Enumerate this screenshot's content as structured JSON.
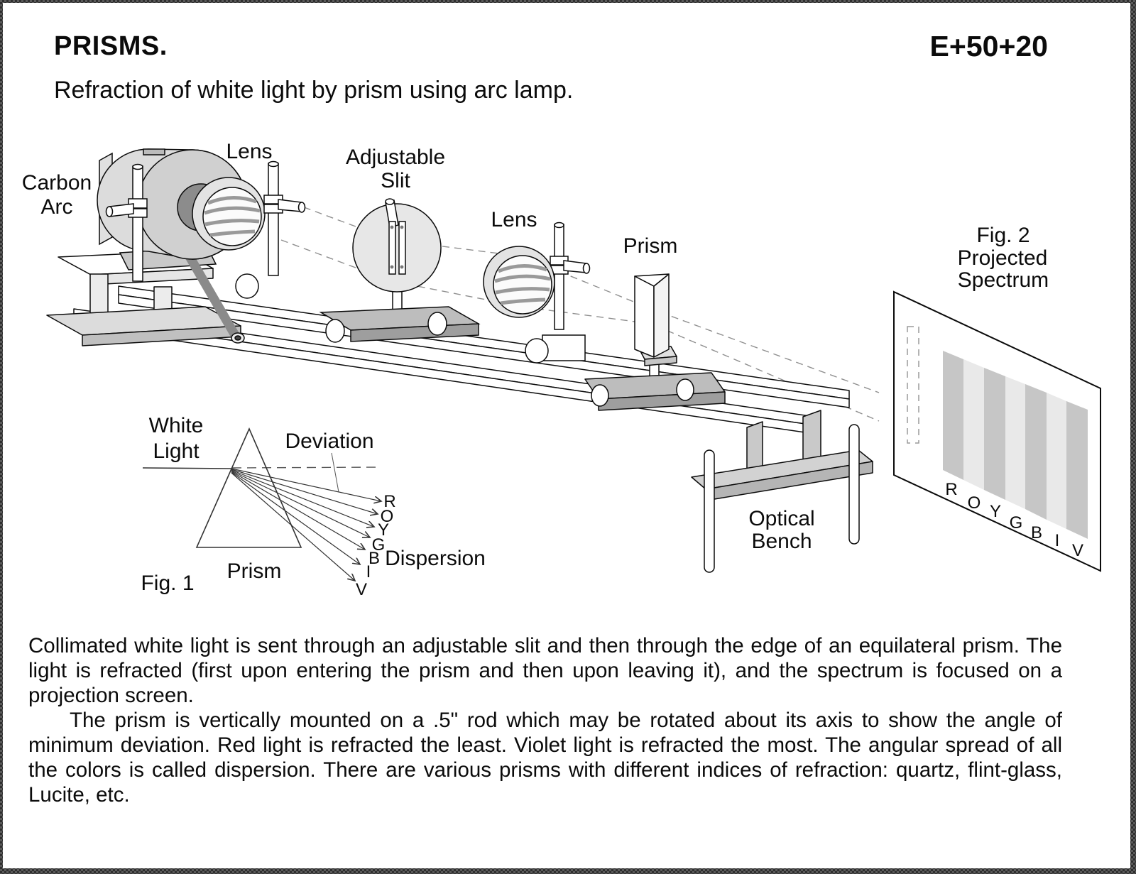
{
  "header": {
    "title": "PRISMS.",
    "code": "E+50+20",
    "subtitle": "Refraction of white light by prism using arc lamp."
  },
  "apparatus": {
    "labels": {
      "carbon_arc_line1": "Carbon",
      "carbon_arc_line2": "Arc",
      "lens1": "Lens",
      "adjustable_slit_line1": "Adjustable",
      "adjustable_slit_line2": "Slit",
      "lens2": "Lens",
      "prism": "Prism",
      "optical_bench_line1": "Optical",
      "optical_bench_line2": "Bench"
    }
  },
  "fig1": {
    "caption": "Fig. 1",
    "labels": {
      "white_light_line1": "White",
      "white_light_line2": "Light",
      "deviation": "Deviation",
      "prism": "Prism",
      "dispersion": "Dispersion"
    },
    "ray_letters": [
      "R",
      "O",
      "Y",
      "G",
      "B",
      "I",
      "V"
    ]
  },
  "fig2": {
    "caption_line1": "Fig. 2",
    "caption_line2": "Projected",
    "caption_line3": "Spectrum",
    "spectrum_letters": [
      "R",
      "O",
      "Y",
      "G",
      "B",
      "I",
      "V"
    ]
  },
  "description": {
    "paragraph1": "Collimated white light is sent through an adjustable slit and then through the edge of an equilateral prism. The light is refracted (first upon entering the prism and then upon leaving it), and the spectrum is focused on a projection screen.",
    "paragraph2": "The prism is vertically mounted on a .5\" rod which may be rotated about its axis to show the angle of minimum deviation. Red light is refracted the least. Violet light is refracted the most. The angular spread of all the colors is called dispersion. There are various prisms with different indices of refraction: quartz, flint-glass, Lucite, etc."
  },
  "colors": {
    "stripe_solid": "#c6c6c6",
    "stripe_light": "#e9e9e9",
    "carrier_gray": "#bdbdbd",
    "carrier_edge_gray": "#9e9e9e",
    "metal_gray": "#cccccc",
    "housing_gray": "#dcdcdc",
    "dark_opening_gray": "#8c8c8c",
    "line_black": "#0b0b0b"
  }
}
